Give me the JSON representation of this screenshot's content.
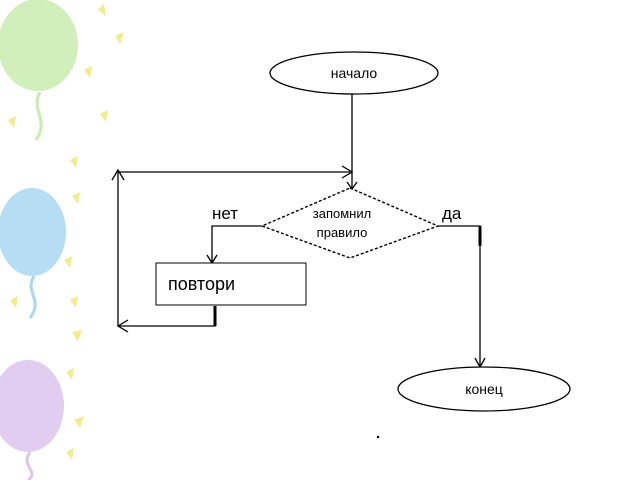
{
  "flowchart": {
    "start_label": "начало",
    "decision_line1": "запомнил",
    "decision_line2": "правило",
    "no_label": "нет",
    "yes_label": "да",
    "process_label": "повтори",
    "end_label": "конец"
  },
  "colors": {
    "line": "#000000",
    "background": "#ffffff",
    "balloon_green": "#c8ecae",
    "balloon_blue": "#a9d7f2",
    "balloon_purple": "#dcc4ec",
    "sparkle_yellow": "#f2ec8c"
  }
}
